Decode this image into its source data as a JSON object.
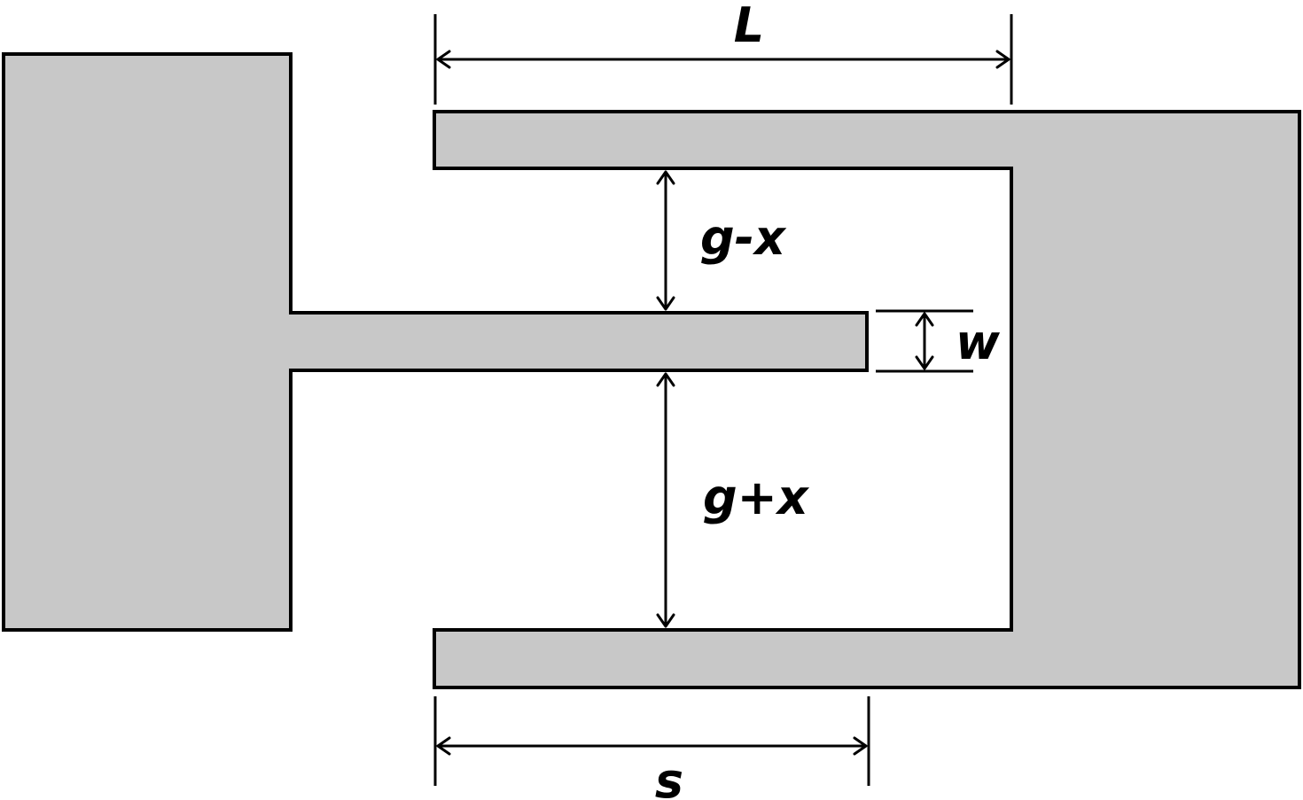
{
  "diagram": {
    "labels": {
      "length": "L",
      "gap_top": "g-x",
      "width": "w",
      "gap_bottom": "g+x",
      "overlap": "s"
    },
    "colors": {
      "fill": "#c8c8c8",
      "stroke": "#000000",
      "background": "#ffffff"
    }
  }
}
